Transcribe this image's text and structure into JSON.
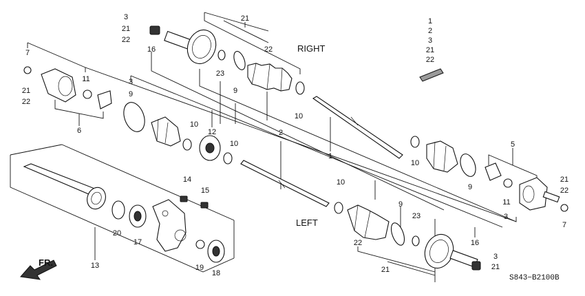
{
  "diagram": {
    "side_labels": {
      "right": "RIGHT",
      "left": "LEFT"
    },
    "direction_label": "FR.",
    "diagram_code": "S843−B2100B",
    "colors": {
      "line": "#111111",
      "fill": "#ffffff",
      "shade": "#9a9a9a"
    },
    "callouts": {
      "c1": "1",
      "c2": "2",
      "c3a": "3",
      "c3b": "3",
      "c3c": "3",
      "c5": "5",
      "c6": "6",
      "c7a": "7",
      "c7b": "7",
      "c9a": "9",
      "c9b": "9",
      "c9c": "9",
      "c9d": "9",
      "c10a": "10",
      "c10b": "10",
      "c10c": "10",
      "c10d": "10",
      "c10e": "10",
      "c11a": "11",
      "c11b": "11",
      "c12": "12",
      "c13": "13",
      "c14": "14",
      "c15": "15",
      "c16a": "16",
      "c16b": "16",
      "c17": "17",
      "c18": "18",
      "c19": "19",
      "c20": "20",
      "c21a": "21",
      "c21b": "21",
      "c21c": "21",
      "c21d": "21",
      "c21e": "21",
      "c21f": "21",
      "c22a": "22",
      "c22b": "22",
      "c22c": "22",
      "c22d": "22",
      "c22e": "22",
      "c23a": "23",
      "c23b": "23"
    },
    "kit_list": [
      "1",
      "2",
      "3",
      "21",
      "22"
    ]
  }
}
